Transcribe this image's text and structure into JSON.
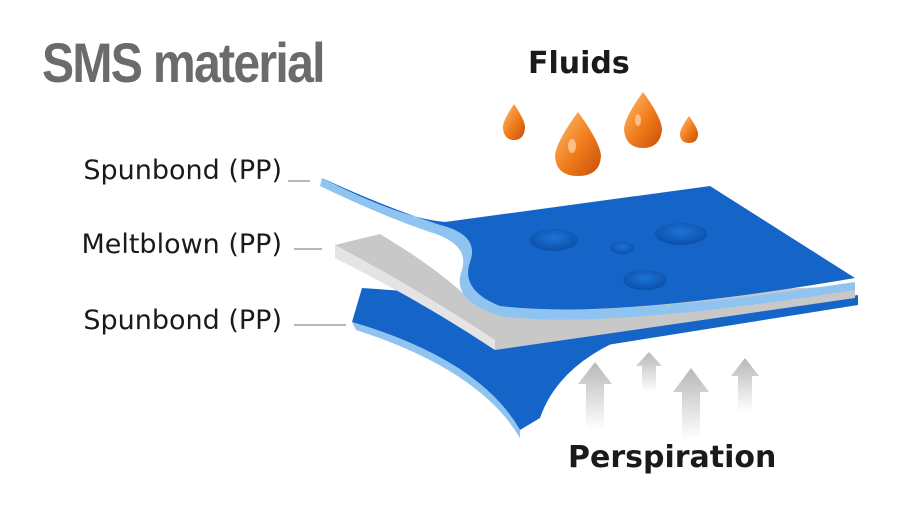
{
  "title": "SMS material",
  "layers": {
    "top": "Spunbond (PP)",
    "middle": "Meltblown (PP)",
    "bottom": "Spunbond (PP)"
  },
  "callouts": {
    "fluids": "Fluids",
    "perspiration": "Perspiration"
  },
  "colors": {
    "spunbond_blue": "#1565c8",
    "spunbond_edge": "#8fc3f0",
    "meltblown_gray": "#c8c8c8",
    "fluid_orange": "#f07a1a",
    "title_gray": "#6b6b6b"
  }
}
